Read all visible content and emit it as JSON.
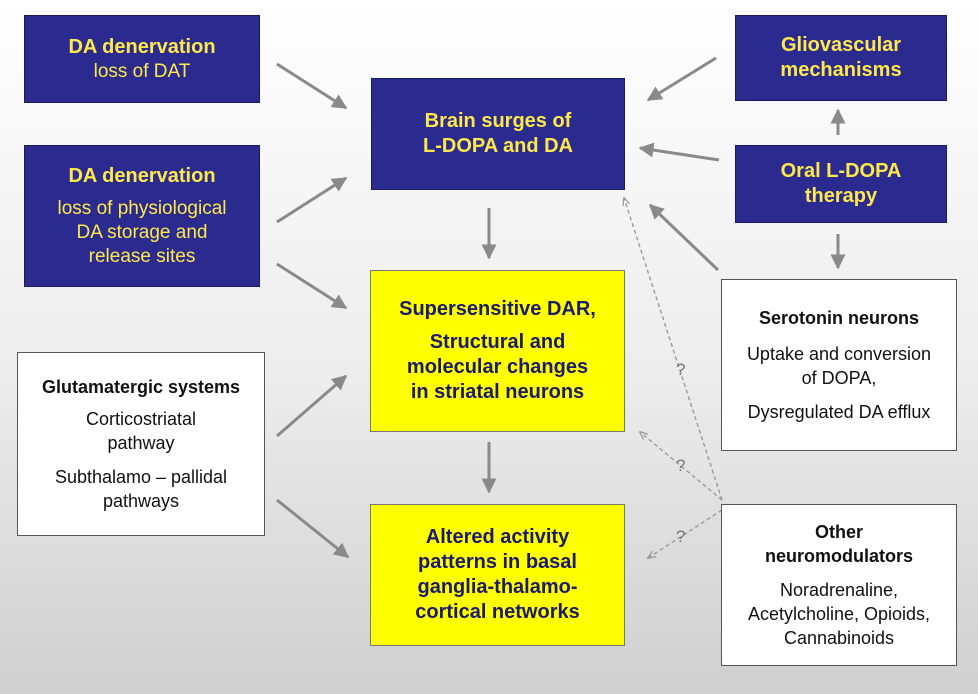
{
  "nodes": {
    "da_dat": {
      "title": "DA denervation",
      "lines": [
        "loss of DAT"
      ]
    },
    "da_storage": {
      "title": "DA denervation",
      "lines": [
        "loss of physiological",
        "DA storage and",
        "release sites"
      ]
    },
    "glutamatergic": {
      "title": "Glutamatergic systems",
      "lines": [
        "Corticostriatal",
        "pathway",
        "Subthalamo – pallidal",
        "pathways"
      ]
    },
    "brain_surges": {
      "lines": [
        "Brain surges of",
        "L-DOPA and DA"
      ]
    },
    "supersensitive": {
      "lines": [
        "Supersensitive DAR,",
        "Structural and",
        "molecular changes",
        "in striatal neurons"
      ]
    },
    "altered_activity": {
      "lines": [
        "Altered activity",
        "patterns in basal",
        "ganglia-thalamo-",
        "cortical networks"
      ]
    },
    "gliovascular": {
      "lines": [
        "Gliovascular",
        "mechanisms"
      ]
    },
    "oral_ldopa": {
      "lines": [
        "Oral L-DOPA",
        "therapy"
      ]
    },
    "serotonin": {
      "title": "Serotonin neurons",
      "lines": [
        "Uptake and conversion",
        "of DOPA,",
        "Dysregulated DA efflux"
      ]
    },
    "other_neuromodulators": {
      "title": [
        "Other",
        "neuromodulators"
      ],
      "lines": [
        "Noradrenaline,",
        "Acetylcholine, Opioids,",
        "Cannabinoids"
      ]
    }
  },
  "question_mark": "?",
  "colors": {
    "navy": "#2a2a8f",
    "navy_text": "#ffe94a",
    "yellow": "#ffff00",
    "yellow_text": "#1a1a6e",
    "arrow": "#8a8a8a"
  }
}
